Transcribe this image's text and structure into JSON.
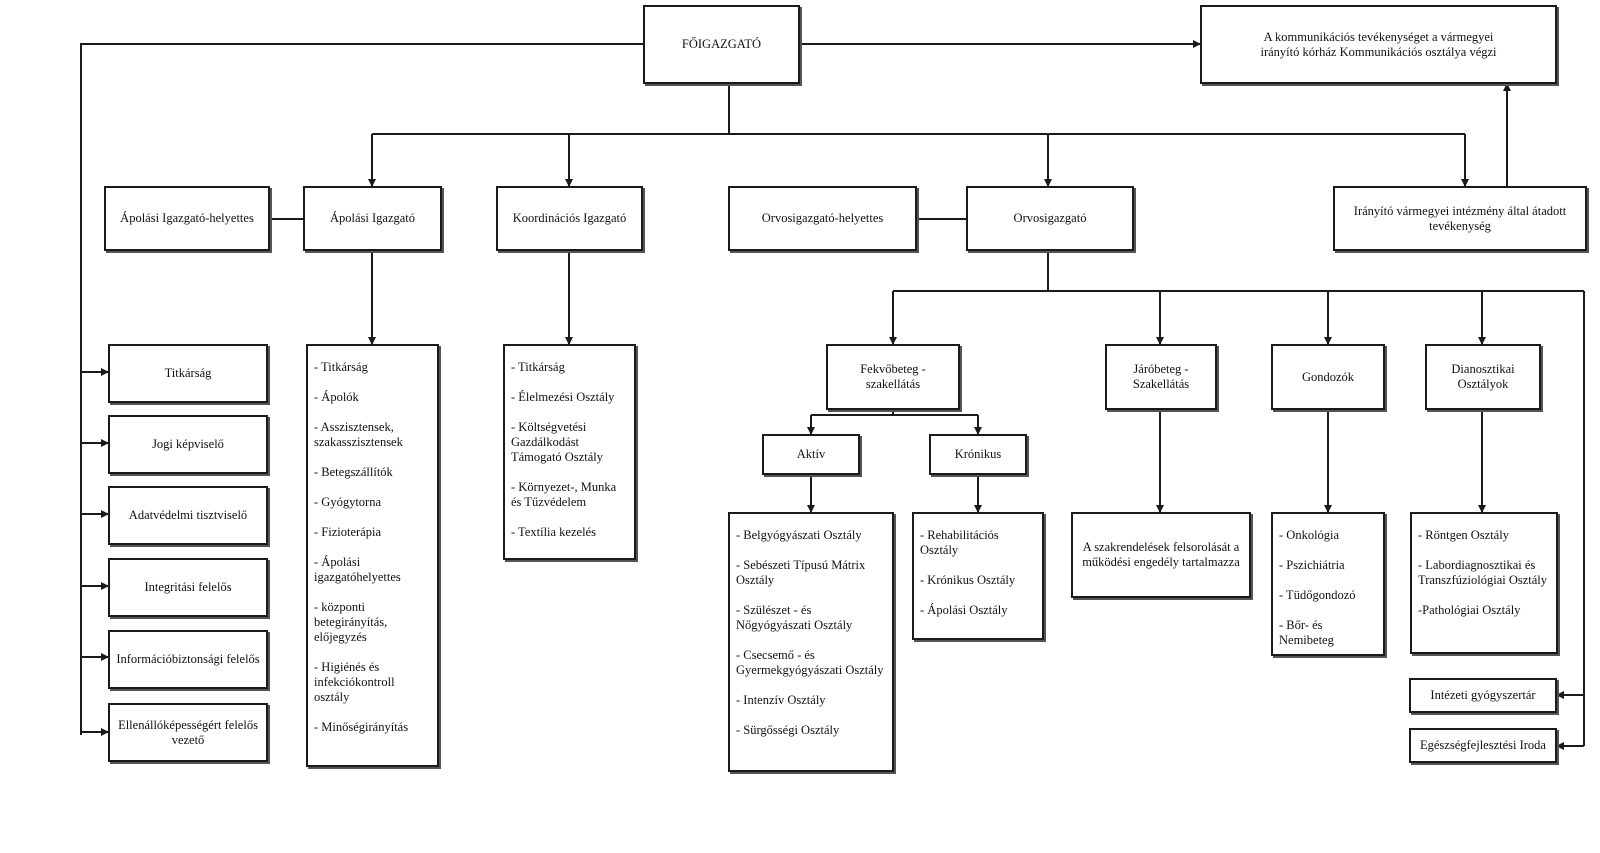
{
  "diagram": {
    "root": "FŐIGAZGATÓ",
    "communication_note": "A kommunikációs tevékenységet a vármegyei irányító kórház Kommunikációs osztálya végzi",
    "nursing_deputy": "Ápolási Igazgató-helyettes",
    "nursing_director": "Ápolási Igazgató",
    "coordination_director": "Koordinációs Igazgató",
    "medical_deputy": "Orvosigazgató-helyettes",
    "medical_director": "Orvosigazgató",
    "handed_over": "Irányító vármegyei intézmény által átadott tevékenység",
    "staff_units": [
      "Titkárság",
      "Jogi képviselő",
      "Adatvédelmi tisztviselő",
      "Integritási felelős",
      "Információbiztonsági felelős",
      "Ellenállóképességért felelős vezető"
    ],
    "nursing_list": [
      "- Titkárság",
      "- Ápolók",
      "- Asszisztensek, szakasszisztensek",
      "- Betegszállítók",
      "- Gyógytorna",
      "- Fizioterápia",
      "- Ápolási igazgatóhelyettes",
      "- központi betegirányítás, előjegyzés",
      "- Higiénés és infekciókontroll osztály",
      "- Minőségirányítás"
    ],
    "coordination_list": [
      "- Titkárság",
      "- Élelmezési Osztály",
      "- Költségvetési Gazdálkodást Támogató Osztály",
      "- Környezet-, Munka és Tűzvédelem",
      "- Textília kezelés"
    ],
    "inpatient": "Fekvőbeteg - szakellátás",
    "active": "Aktív",
    "chronic": "Krónikus",
    "active_list": [
      "- Belgyógyászati Osztály",
      "- Sebészeti Típusú Mátrix Osztály",
      "- Szülészet - és Nőgyógyászati Osztály",
      "- Csecsemő - és Gyermekgyógyászati Osztály",
      "- Intenzív Osztály",
      "- Sürgősségi Osztály"
    ],
    "chronic_list": [
      "- Rehabilitációs Osztály",
      "- Krónikus Osztály",
      "- Ápolási Osztály"
    ],
    "outpatient": "Járóbeteg - Szakellátás",
    "outpatient_note": "A szakrendelések felsorolását a működési engedély tartalmazza",
    "care": "Gondozók",
    "care_list": [
      "- Onkológia",
      "- Pszichiátria",
      "- Tüdőgondozó",
      "- Bőr- és Nemibeteg"
    ],
    "diagnostic": "Dianosztikai Osztályok",
    "diagnostic_list": [
      "- Röntgen Osztály",
      "- Labordiagnosztikai és Transzfúziológiai Osztály",
      "-Pathológiai Osztály"
    ],
    "pharmacy": "Intézeti gyógyszertár",
    "health_office": "Egészségfejlesztési Iroda"
  }
}
